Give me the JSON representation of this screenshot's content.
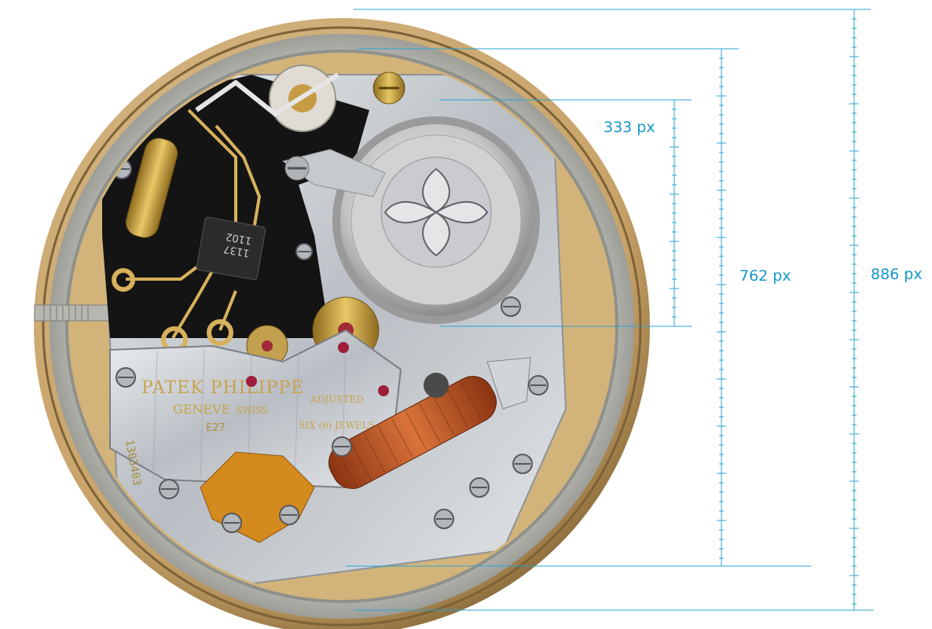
{
  "measurements": [
    {
      "label": "333 px"
    },
    {
      "label": "762 px"
    },
    {
      "label": "886 px"
    }
  ],
  "movement": {
    "brand": "PATEK PHILIPPE",
    "city_line": "GENEVE",
    "country_line": "SWISS",
    "adjusted_label": "ADJUSTED",
    "jewels_label": "SIX (6) JEWELS",
    "caliber_code": "E27",
    "serial": "1303403",
    "chip_line1": "1137",
    "chip_line2": "1102"
  },
  "colors": {
    "dimension_lines": "#2aa3d3",
    "gold_case": "#c9a46a",
    "steel": "#c8ccd0",
    "coil": "#b5521f",
    "pcb": "#141414"
  }
}
